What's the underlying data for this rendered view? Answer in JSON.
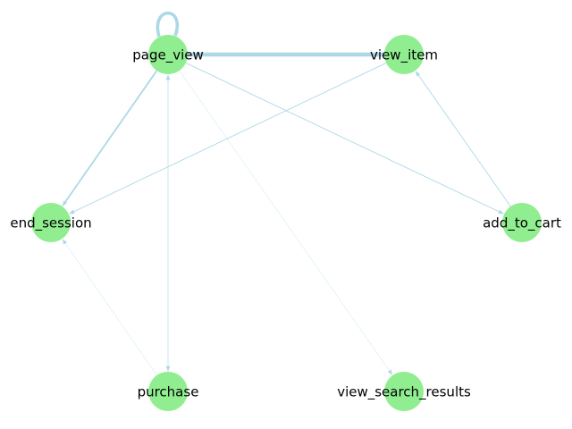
{
  "graph": {
    "colors": {
      "node_fill": "#90ee90",
      "edge": "#add8e6",
      "background": "#ffffff"
    },
    "nodes": [
      {
        "id": "page_view",
        "label": "page_view"
      },
      {
        "id": "view_item",
        "label": "view_item"
      },
      {
        "id": "end_session",
        "label": "end_session"
      },
      {
        "id": "add_to_cart",
        "label": "add_to_cart"
      },
      {
        "id": "purchase",
        "label": "purchase"
      },
      {
        "id": "view_search_results",
        "label": "view_search_results"
      }
    ],
    "edges": [
      {
        "source": "page_view",
        "target": "page_view",
        "weight": 4
      },
      {
        "source": "page_view",
        "target": "view_item",
        "weight": 5
      },
      {
        "source": "view_item",
        "target": "page_view",
        "weight": 3
      },
      {
        "source": "page_view",
        "target": "end_session",
        "weight": 2
      },
      {
        "source": "view_item",
        "target": "end_session",
        "weight": 1
      },
      {
        "source": "page_view",
        "target": "add_to_cart",
        "weight": 1
      },
      {
        "source": "add_to_cart",
        "target": "view_item",
        "weight": 1
      },
      {
        "source": "page_view",
        "target": "purchase",
        "weight": 0.5
      },
      {
        "source": "purchase",
        "target": "page_view",
        "weight": 0.5
      },
      {
        "source": "purchase",
        "target": "end_session",
        "weight": 0.3
      },
      {
        "source": "page_view",
        "target": "view_search_results",
        "weight": 0.3
      }
    ]
  }
}
